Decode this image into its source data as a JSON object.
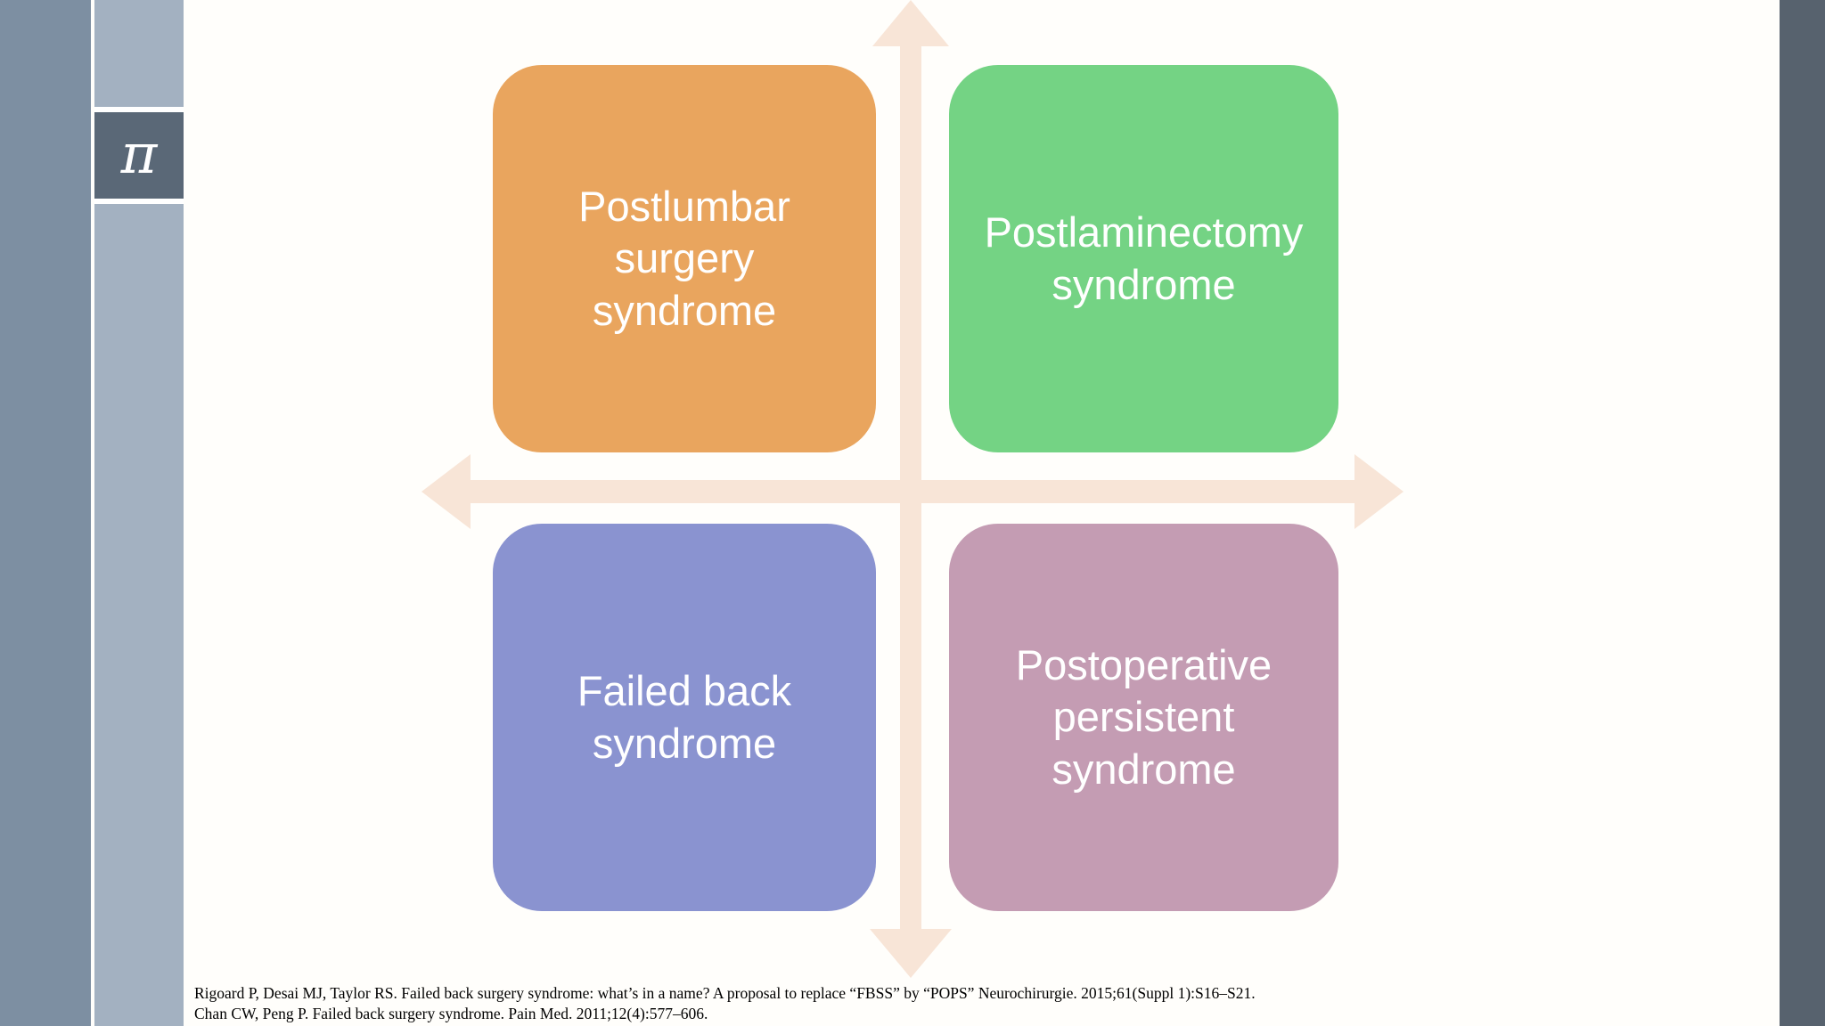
{
  "sidebar": {
    "strip1_color": "#7D8FA2",
    "strip2_color": "#A3B1C1",
    "logo_box_color": "#5A6877",
    "logo_symbol": "π"
  },
  "right_edge": {
    "color": "#57626E"
  },
  "axes": {
    "color": "#F8E5D7"
  },
  "quadrants": [
    {
      "position": "top-left",
      "label": "Postlumbar surgery syndrome",
      "color": "#E9A55E"
    },
    {
      "position": "top-right",
      "label": "Postlaminectomy syndrome",
      "color": "#74D384"
    },
    {
      "position": "bottom-left",
      "label": "Failed back syndrome",
      "color": "#8A93D0"
    },
    {
      "position": "bottom-right",
      "label": "Postoperative persistent syndrome",
      "color": "#C49CB3"
    }
  ],
  "references": [
    "Rigoard P, Desai MJ, Taylor RS. Failed back surgery syndrome: what’s in a name? A proposal to replace “FBSS” by “POPS” Neurochirurgie. 2015;61(Suppl 1):S16–S21.",
    "Chan CW, Peng P. Failed back surgery syndrome. Pain Med. 2011;12(4):577–606."
  ]
}
